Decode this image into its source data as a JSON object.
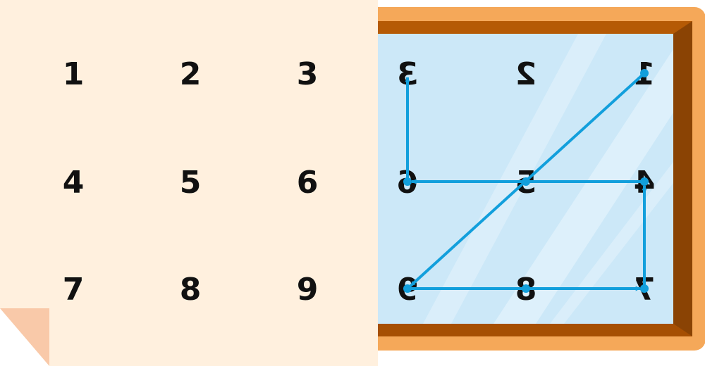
{
  "paper_grid": [
    [
      "1",
      "2",
      "3"
    ],
    [
      "4",
      "5",
      "6"
    ],
    [
      "7",
      "8",
      "9"
    ]
  ],
  "mirror_grid": [
    [
      "3",
      "2",
      "1"
    ],
    [
      "6",
      "5",
      "4"
    ],
    [
      "9",
      "8",
      "7"
    ]
  ],
  "path": [
    {
      "from": "1",
      "to": "9"
    },
    {
      "from": "9",
      "to": "7"
    },
    {
      "from": "7",
      "to": "4"
    },
    {
      "from": "4",
      "to": "6"
    },
    {
      "from": "6",
      "to": "3"
    }
  ],
  "colors": {
    "paper": "#fff0de",
    "paper_fold": "#f9c9a9",
    "frame_outer": "#f5a859",
    "frame_inner": "#b55a05",
    "frame_shadow": "#8a4304",
    "glass": "#cce8f8",
    "glass_streak": "#dff1fb",
    "arrow": "#129fdc",
    "text": "#111111"
  }
}
